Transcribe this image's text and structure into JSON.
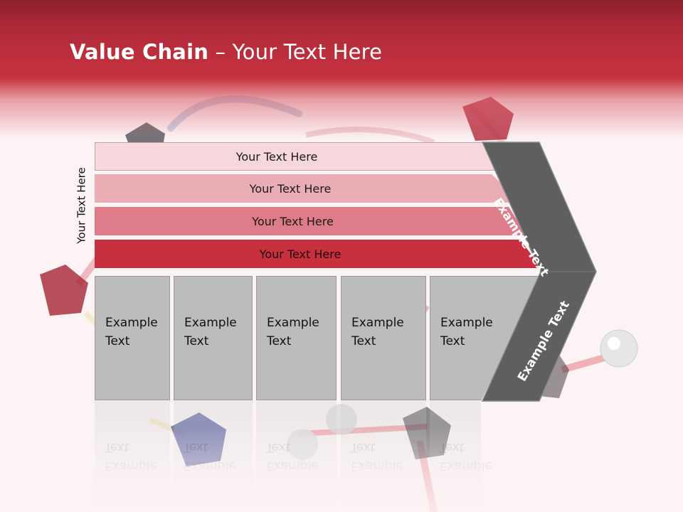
{
  "title": {
    "bold": "Value Chain",
    "rest": " – Your Text Here"
  },
  "vertical_label": "Your Text Here",
  "bars": [
    "Your Text Here",
    "Your Text Here",
    "Your Text Here",
    "Your Text Here"
  ],
  "boxes": [
    {
      "line1": "Example",
      "line2": "Text"
    },
    {
      "line1": "Example",
      "line2": "Text"
    },
    {
      "line1": "Example",
      "line2": "Text"
    },
    {
      "line1": "Example",
      "line2": "Text"
    },
    {
      "line1": "Example",
      "line2": "Text"
    }
  ],
  "chevron": {
    "top_label": "Example Text",
    "bottom_label": "Example Text"
  },
  "colors": {
    "header": "#c7323f",
    "bar_light": "#f6d8dc",
    "bar_mid": "#eaadb5",
    "bar_strong": "#de7d89",
    "bar_dark": "#c8303f",
    "box_gray": "#bcbcbc",
    "chevron": "#5f5f5f"
  }
}
